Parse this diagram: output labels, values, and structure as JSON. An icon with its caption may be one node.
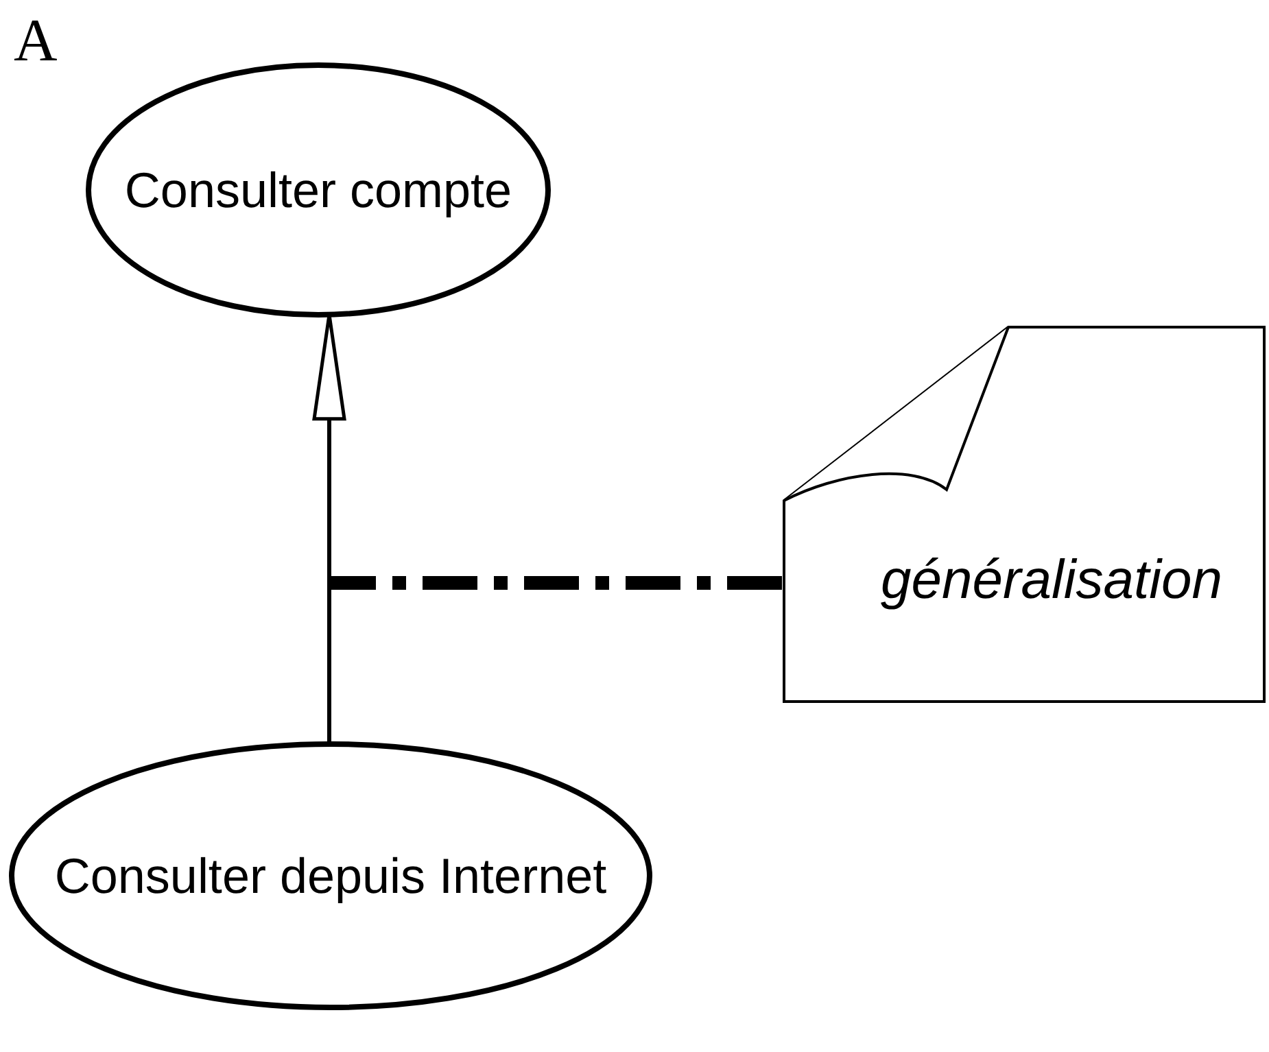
{
  "diagram": {
    "nodes": [
      {
        "text": [
          "Consulter compte"
        ]
      },
      {
        "text": [
          "Consulter depuis Internet"
        ]
      },
      {
        "text": [
          "généralisation"
        ]
      }
    ],
    "edges": [
      {
        "from": 1,
        "to": 0,
        "arrow": "to"
      },
      {
        "from": 2,
        "to": null,
        "arrow": "none",
        "style": "dashed"
      }
    ],
    "labels": [
      "A"
    ]
  }
}
